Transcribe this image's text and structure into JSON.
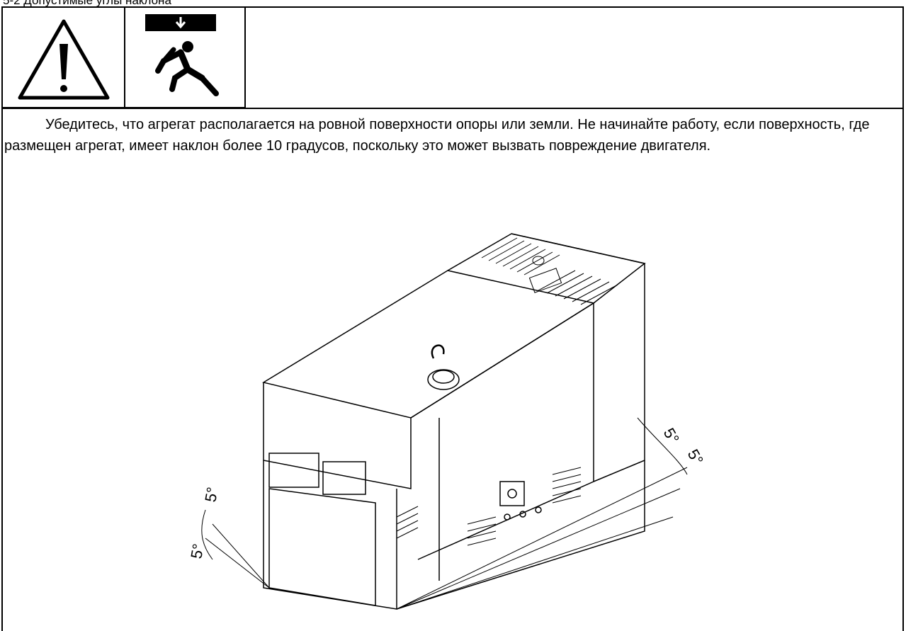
{
  "section": {
    "heading": "5-2 Допустимые углы наклона"
  },
  "icons": {
    "warning": "warning-triangle-icon",
    "hazard": "falling-object-crush-icon"
  },
  "instruction": {
    "text": "Убедитесь, что агрегат располагается на ровной поверхности опоры или земли. Не начинайте работу, если поверхность, где размещен агрегат, имеет наклон более 10 градусов, поскольку это может вызвать повреждение двигателя."
  },
  "figure": {
    "angle_labels": [
      "5°",
      "5°",
      "5°",
      "5°"
    ]
  }
}
